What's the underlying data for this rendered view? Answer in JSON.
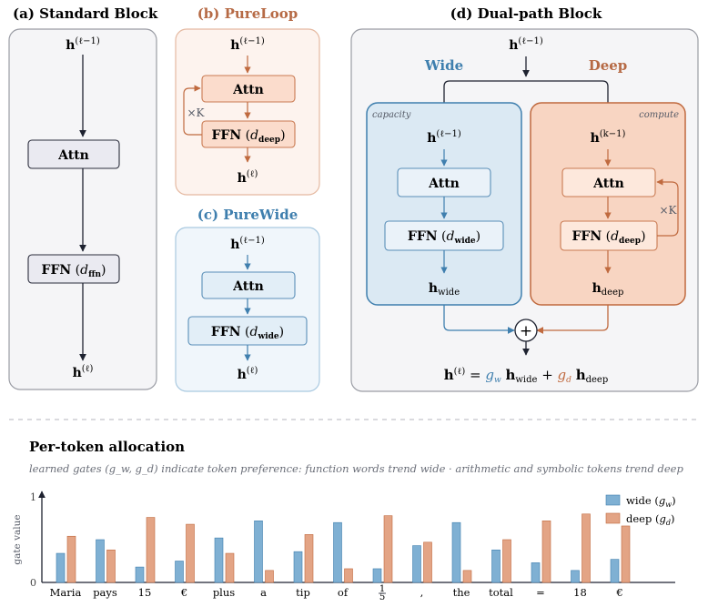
{
  "panels": {
    "a": {
      "title": "(a) Standard Block",
      "attn": "Attn",
      "ffn": "FFN",
      "ffn_sub": "ffn"
    },
    "b": {
      "title": "(b) PureLoop",
      "attn": "Attn",
      "ffn": "FFN",
      "ffn_sub": "deep",
      "loop_label": "×K"
    },
    "c": {
      "title": "(c) PureWide",
      "attn": "Attn",
      "ffn": "FFN",
      "ffn_sub": "wide"
    },
    "d": {
      "title": "(d) Dual-path Block",
      "wide_label": "Wide",
      "deep_label": "Deep",
      "capacity": "capacity",
      "compute": "compute",
      "attn": "Attn",
      "ffn": "FFN",
      "ffn_wide_sub": "wide",
      "ffn_deep_sub": "deep",
      "h_wide_sub": "wide",
      "h_deep_sub": "deep",
      "loop_label": "×K",
      "plus": "+"
    }
  },
  "allocation": {
    "title": "Per-token allocation",
    "subtitle": "learned gates (g_w, g_d) indicate token preference: function words trend wide · arithmetic and symbolic tokens trend deep"
  },
  "colors": {
    "wide": "#7fb0d3",
    "deep": "#e3a485",
    "wide_dark": "#3f7fae",
    "deep_dark": "#c06a3f"
  },
  "chart_data": {
    "type": "bar",
    "title": "",
    "ylabel": "gate value",
    "ylim": [
      0,
      1
    ],
    "yticks": [
      0,
      1
    ],
    "categories": [
      "Maria",
      "pays",
      "15",
      "€",
      "plus",
      "a",
      "tip",
      "of",
      "1/5",
      ",",
      "the",
      "total",
      "=",
      "18",
      "€"
    ],
    "series": [
      {
        "name": "wide (g_w)",
        "values": [
          0.34,
          0.5,
          0.18,
          0.25,
          0.52,
          0.72,
          0.36,
          0.7,
          0.16,
          0.43,
          0.7,
          0.38,
          0.23,
          0.14,
          0.27
        ]
      },
      {
        "name": "deep (g_d)",
        "values": [
          0.54,
          0.38,
          0.76,
          0.68,
          0.34,
          0.14,
          0.56,
          0.16,
          0.78,
          0.47,
          0.14,
          0.5,
          0.72,
          0.8,
          0.66
        ]
      }
    ],
    "legend": "top-right"
  }
}
